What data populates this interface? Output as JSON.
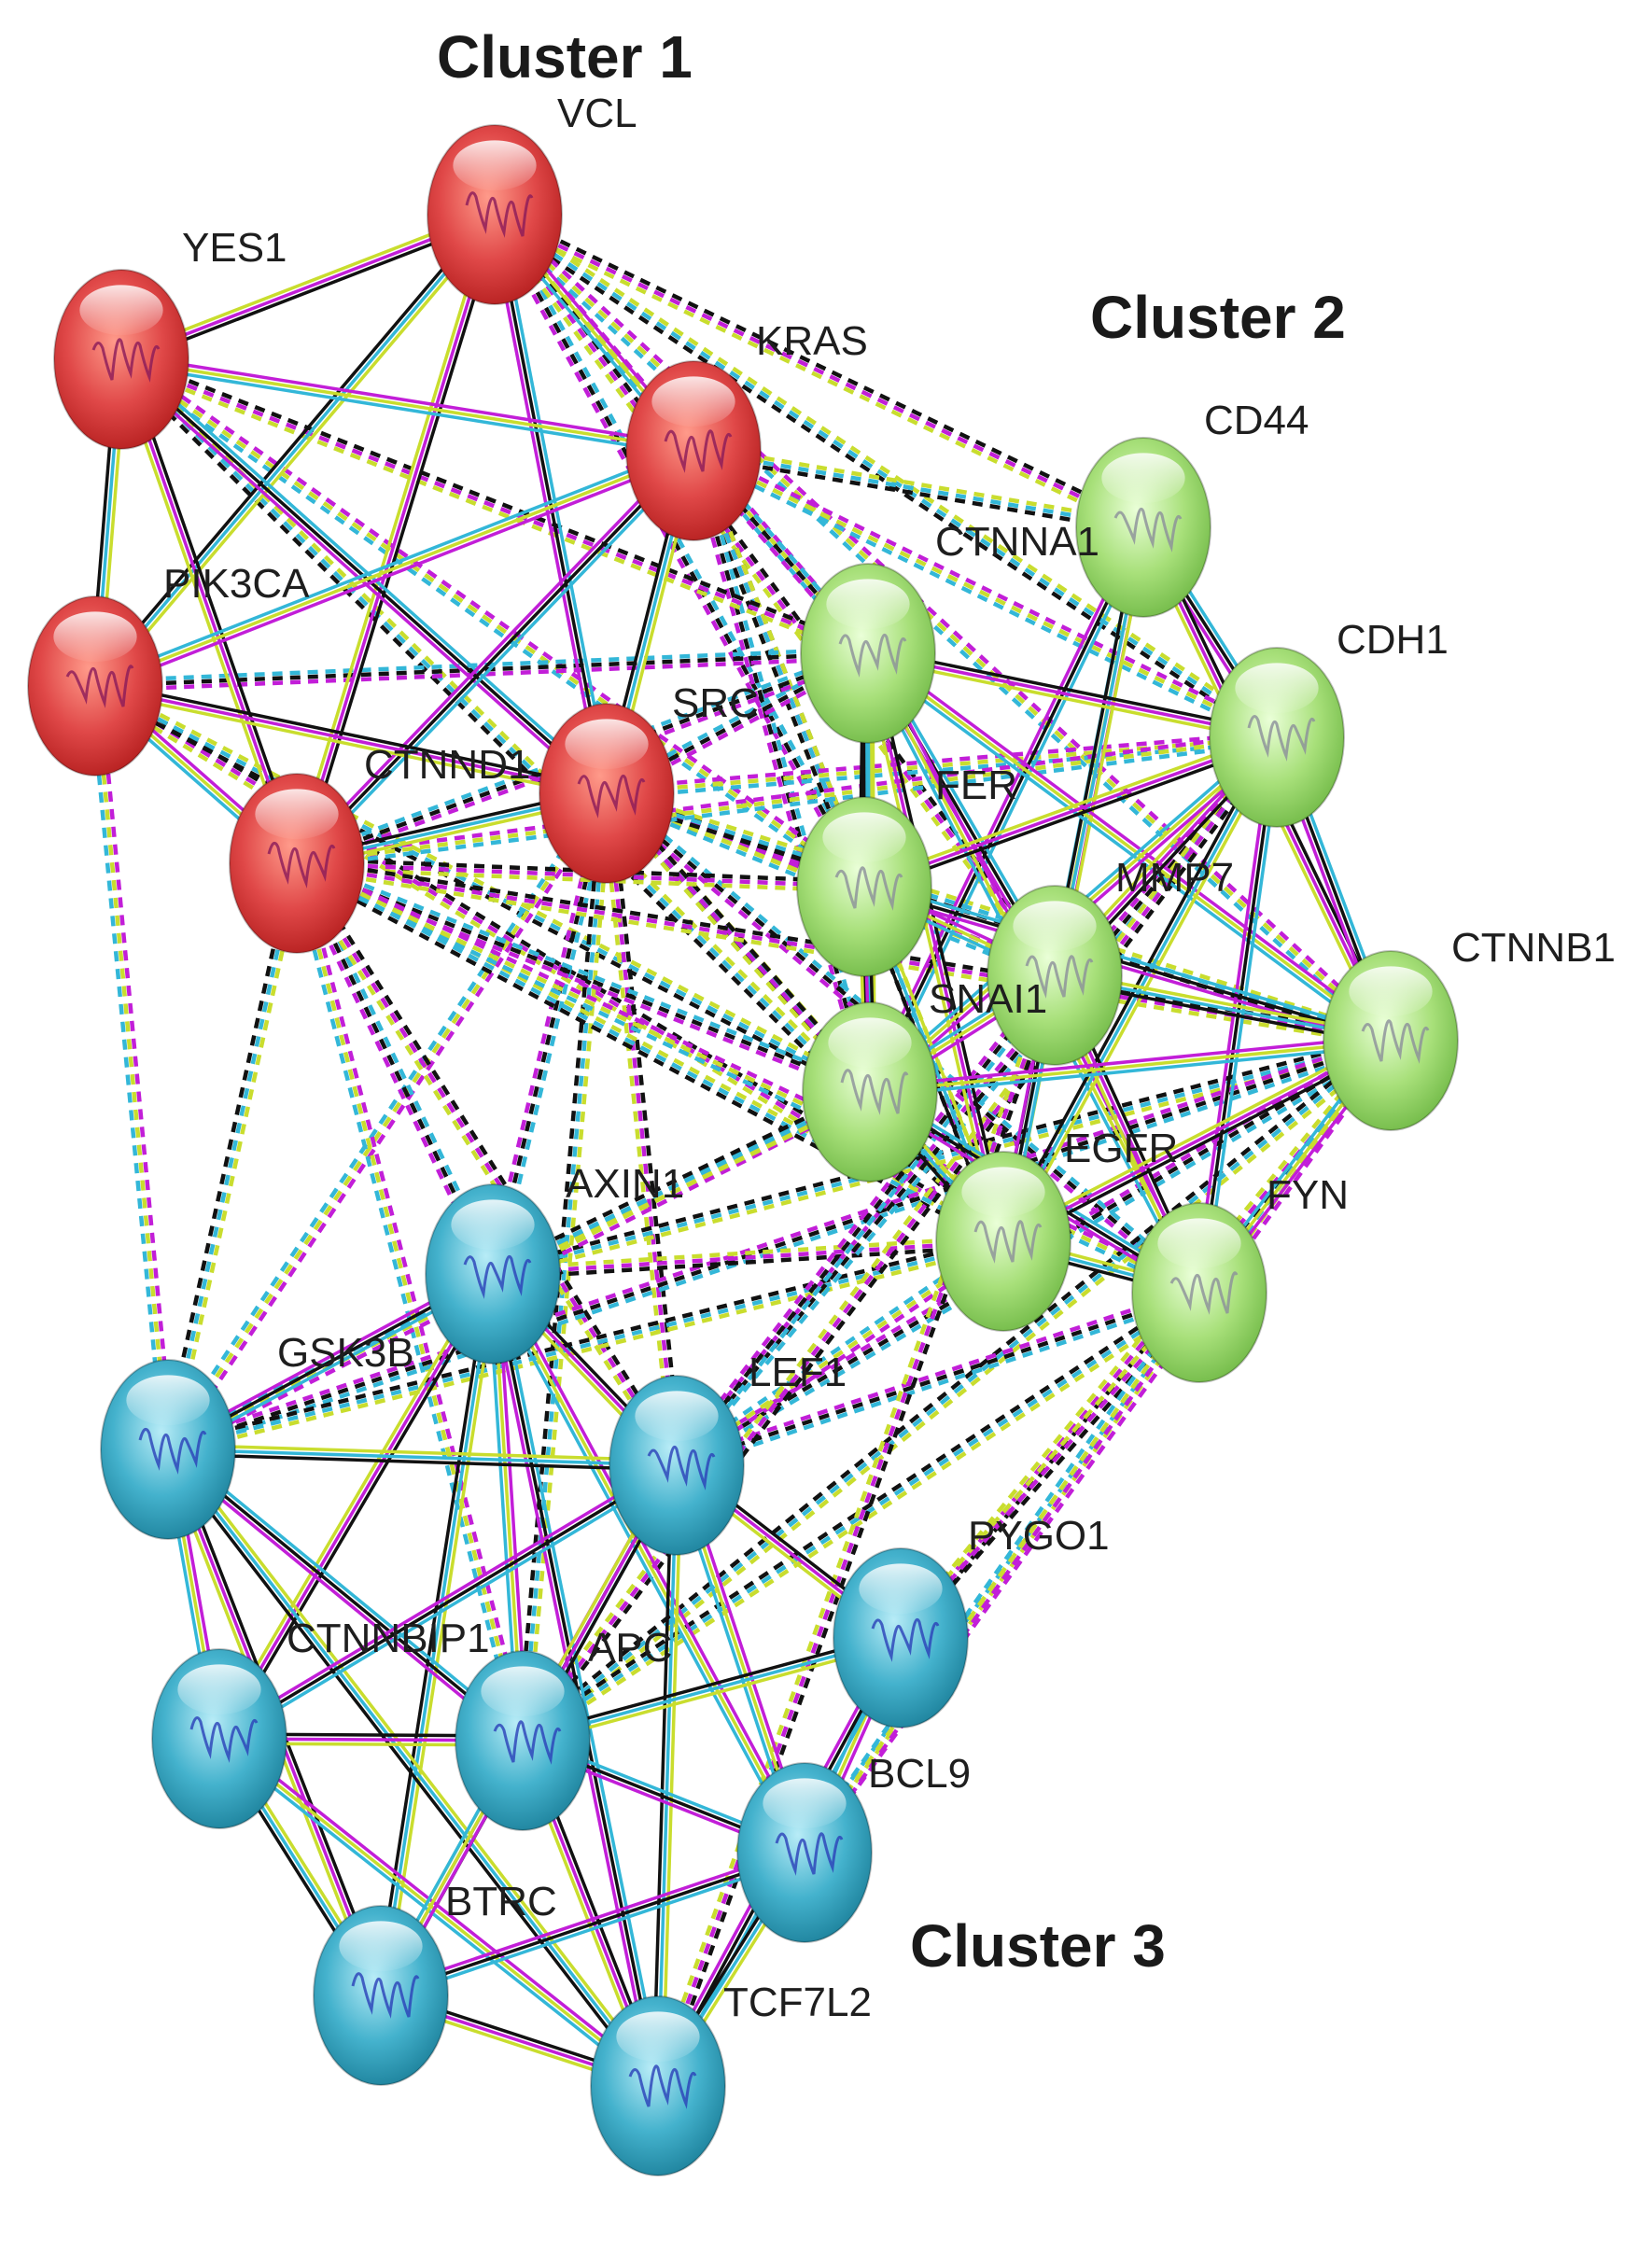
{
  "clusters": [
    {
      "title": "Cluster 1",
      "color": "#d93b3b"
    },
    {
      "title": "Cluster 2",
      "color": "#9ad86e"
    },
    {
      "title": "Cluster 3",
      "color": "#3aa6c2"
    }
  ],
  "edge_colors": [
    "#111111",
    "#c21ed8",
    "#c9dd2e",
    "#33b7d8",
    "#7a5ad0"
  ],
  "nodes": [
    {
      "label": "VCL",
      "cluster": 1
    },
    {
      "label": "YES1",
      "cluster": 1
    },
    {
      "label": "KRAS",
      "cluster": 1
    },
    {
      "label": "PIK3CA",
      "cluster": 1
    },
    {
      "label": "SRC",
      "cluster": 1
    },
    {
      "label": "CTNND1",
      "cluster": 1
    },
    {
      "label": "CD44",
      "cluster": 2
    },
    {
      "label": "CTNNA1",
      "cluster": 2
    },
    {
      "label": "CDH1",
      "cluster": 2
    },
    {
      "label": "FER",
      "cluster": 2
    },
    {
      "label": "MMP7",
      "cluster": 2
    },
    {
      "label": "SNAI1",
      "cluster": 2
    },
    {
      "label": "CTNNB1",
      "cluster": 2
    },
    {
      "label": "EGFR",
      "cluster": 2
    },
    {
      "label": "FYN",
      "cluster": 2
    },
    {
      "label": "AXIN1",
      "cluster": 3
    },
    {
      "label": "GSK3B",
      "cluster": 3
    },
    {
      "label": "LEF1",
      "cluster": 3
    },
    {
      "label": "PYGO1",
      "cluster": 3
    },
    {
      "label": "CTNNBIP1",
      "cluster": 3
    },
    {
      "label": "APC",
      "cluster": 3
    },
    {
      "label": "BCL9",
      "cluster": 3
    },
    {
      "label": "BTRC",
      "cluster": 3
    },
    {
      "label": "TCF7L2",
      "cluster": 3
    }
  ]
}
